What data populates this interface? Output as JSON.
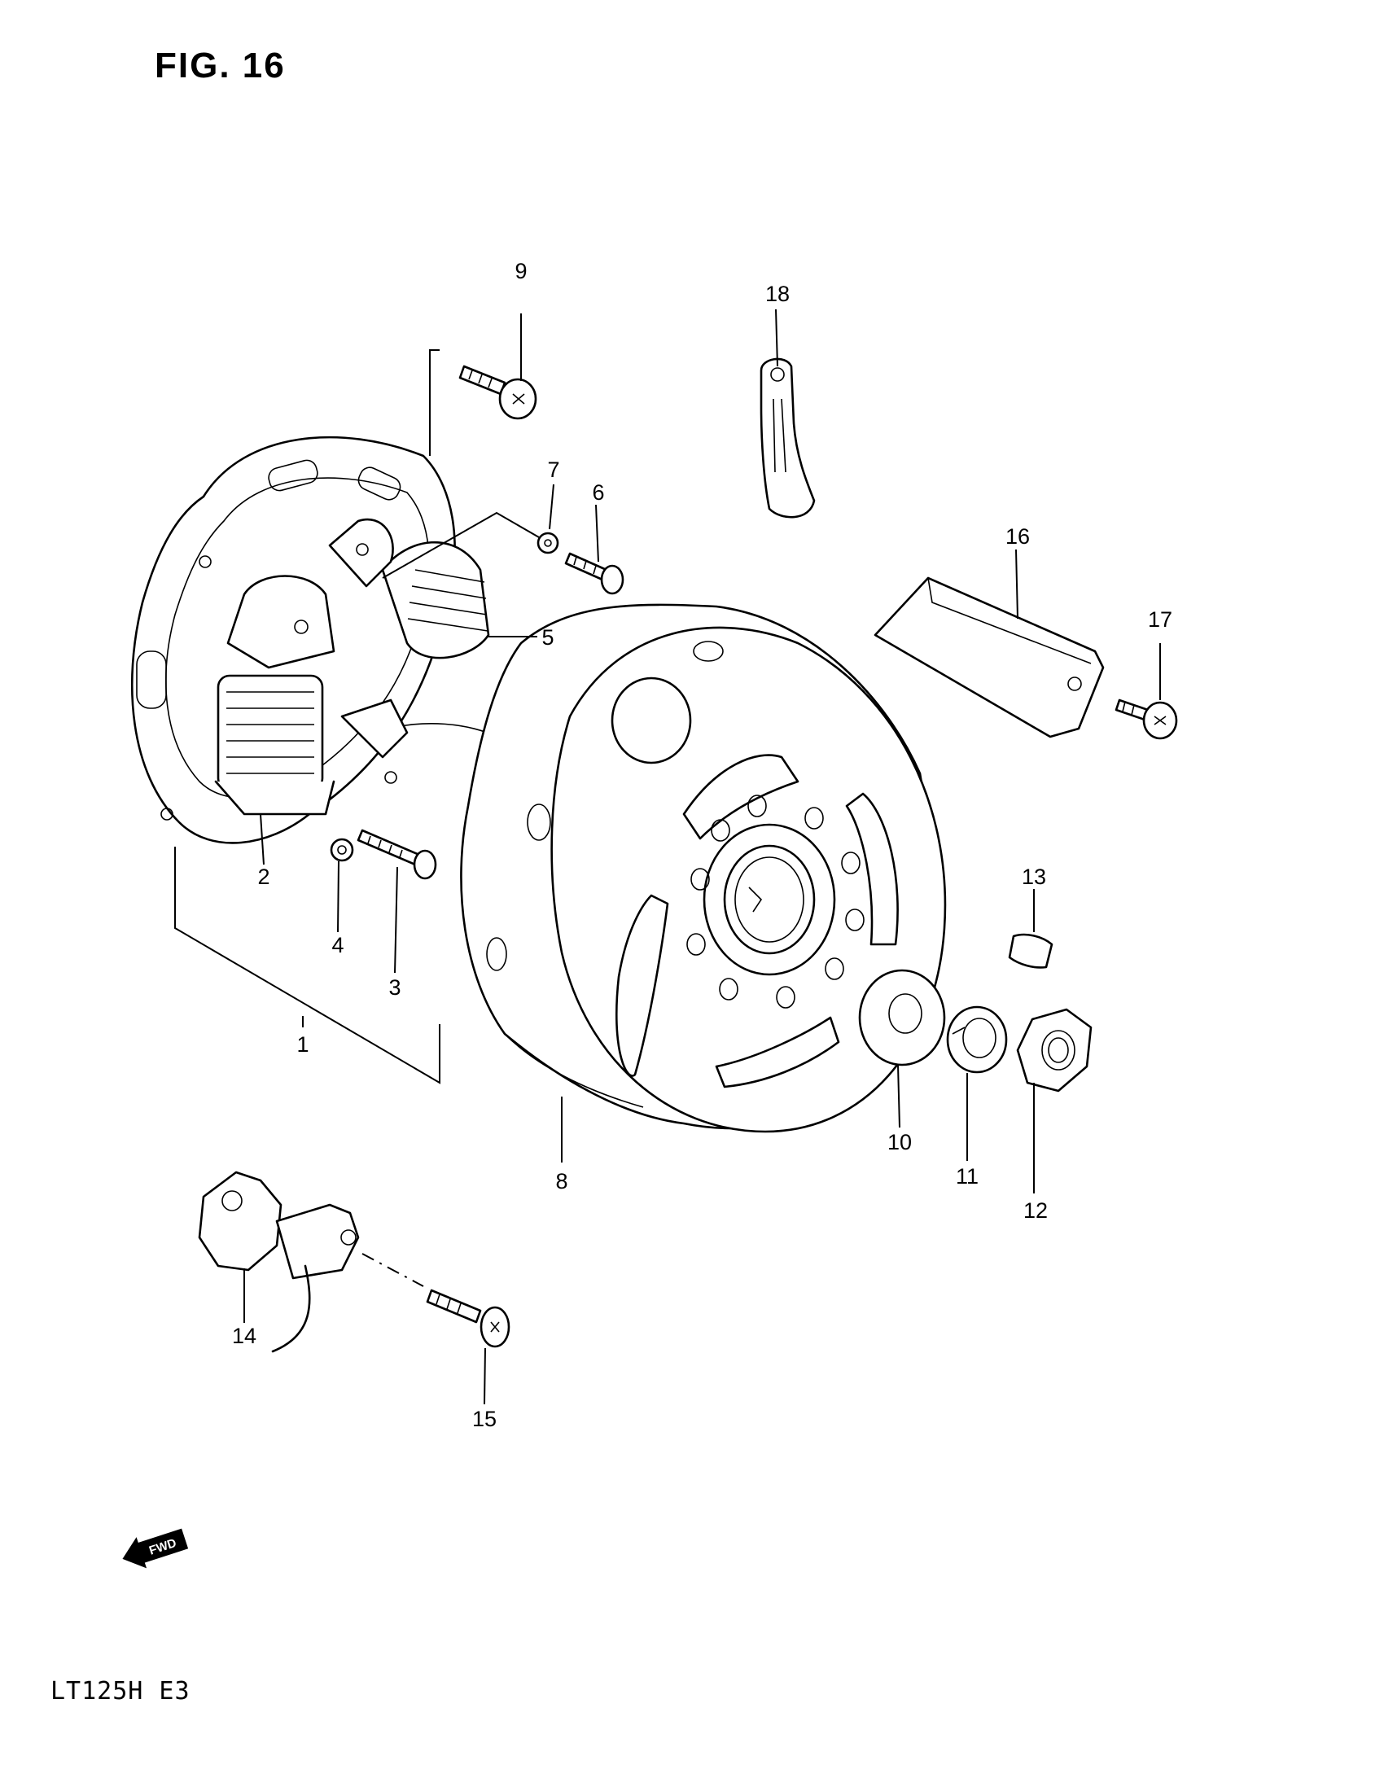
{
  "figure": {
    "title": "FIG. 16"
  },
  "footer": {
    "model_code": "LT125H  E3"
  },
  "fwd_badge": {
    "label": "FWD"
  },
  "callouts": {
    "p1": "1",
    "p2": "2",
    "p3": "3",
    "p4": "4",
    "p5": "5",
    "p6": "6",
    "p7": "7",
    "p8": "8",
    "p9": "9",
    "p10": "10",
    "p11": "11",
    "p12": "12",
    "p13": "13",
    "p14": "14",
    "p15": "15",
    "p16": "16",
    "p17": "17",
    "p18": "18"
  }
}
